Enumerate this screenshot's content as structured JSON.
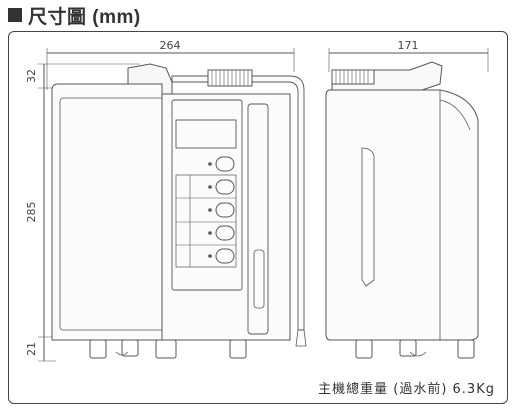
{
  "heading": {
    "text": "尺寸圖 (mm)"
  },
  "dimensions": {
    "width_front": "264",
    "depth_side": "171",
    "top_height": "32",
    "body_height": "285",
    "foot_height": "21"
  },
  "weight_note": "主機總重量 (過水前) 6.3Kg"
}
